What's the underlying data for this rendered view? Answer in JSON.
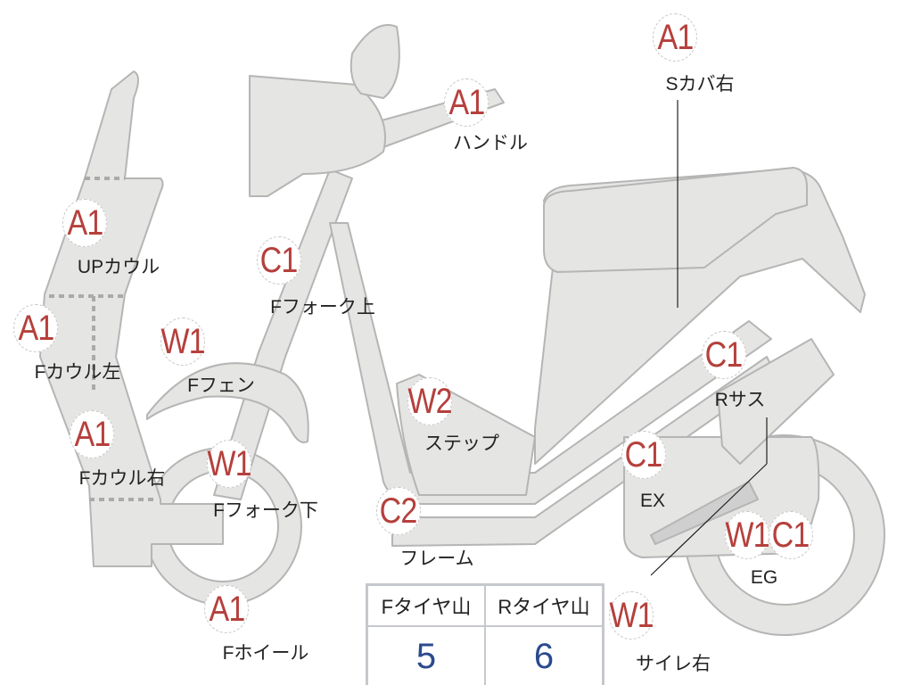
{
  "colors": {
    "code": "#b5403c",
    "value": "#2b4a8e",
    "body": "#e5e5e3",
    "outline": "#b5b5b5"
  },
  "markers": [
    {
      "code": "A1",
      "label": "Sカバ右"
    },
    {
      "code": "A1",
      "label": "ハンドル"
    },
    {
      "code": "A1",
      "label": "UPカウル"
    },
    {
      "code": "A1",
      "label": "Fカウル左"
    },
    {
      "code": "C1",
      "label": "Fフォーク上"
    },
    {
      "code": "W1",
      "label": "Fフェン"
    },
    {
      "code": "A1",
      "label": "Fカウル右"
    },
    {
      "code": "W1",
      "label": "Fフォーク下"
    },
    {
      "code": "W2",
      "label": "ステップ"
    },
    {
      "code": "C1",
      "label": "Rサス"
    },
    {
      "code": "C1",
      "label": "EX"
    },
    {
      "code": "C2",
      "label": "フレーム"
    },
    {
      "code": "W1",
      "label": "EG"
    },
    {
      "code": "C1",
      "label": ""
    },
    {
      "code": "A1",
      "label": "Fホイール"
    },
    {
      "code": "W1",
      "label": "サイレ右"
    }
  ],
  "tyre_table": {
    "headers": [
      "Fタイヤ山",
      "Rタイヤ山"
    ],
    "values": [
      "5",
      "6"
    ]
  }
}
